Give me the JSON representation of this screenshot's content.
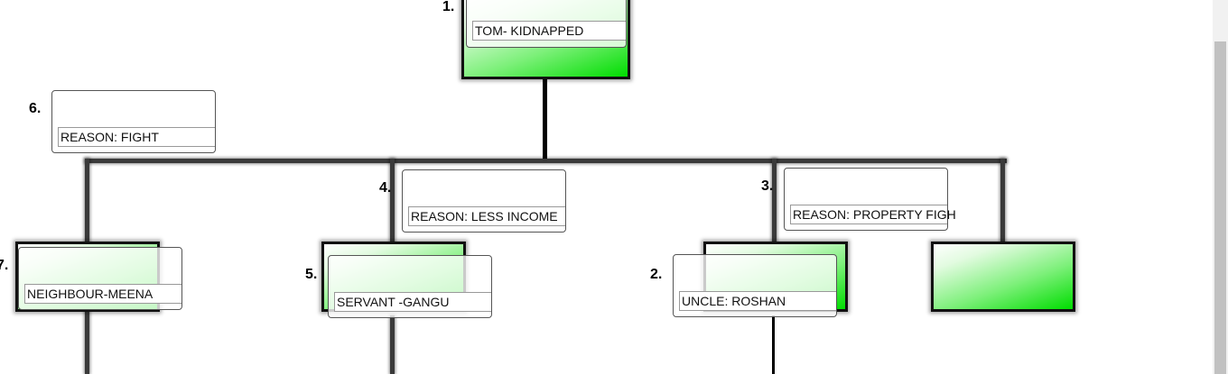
{
  "nodes": {
    "n1": {
      "number": "1.",
      "label": "TOM- KIDNAPPED"
    },
    "n2": {
      "number": "2.",
      "label": "UNCLE: ROSHAN"
    },
    "n3": {
      "number": "3.",
      "label": "REASON: PROPERTY FIGH"
    },
    "n4": {
      "number": "4.",
      "label": "REASON: LESS INCOME"
    },
    "n5": {
      "number": "5.",
      "label": "SERVANT -GANGU"
    },
    "n6": {
      "number": "6.",
      "label": "REASON: FIGHT"
    },
    "n7": {
      "number": "7.",
      "label": "NEIGHBOUR-MEENA"
    }
  },
  "colors": {
    "node_fill": "#00dd00",
    "connector": "#000000"
  }
}
